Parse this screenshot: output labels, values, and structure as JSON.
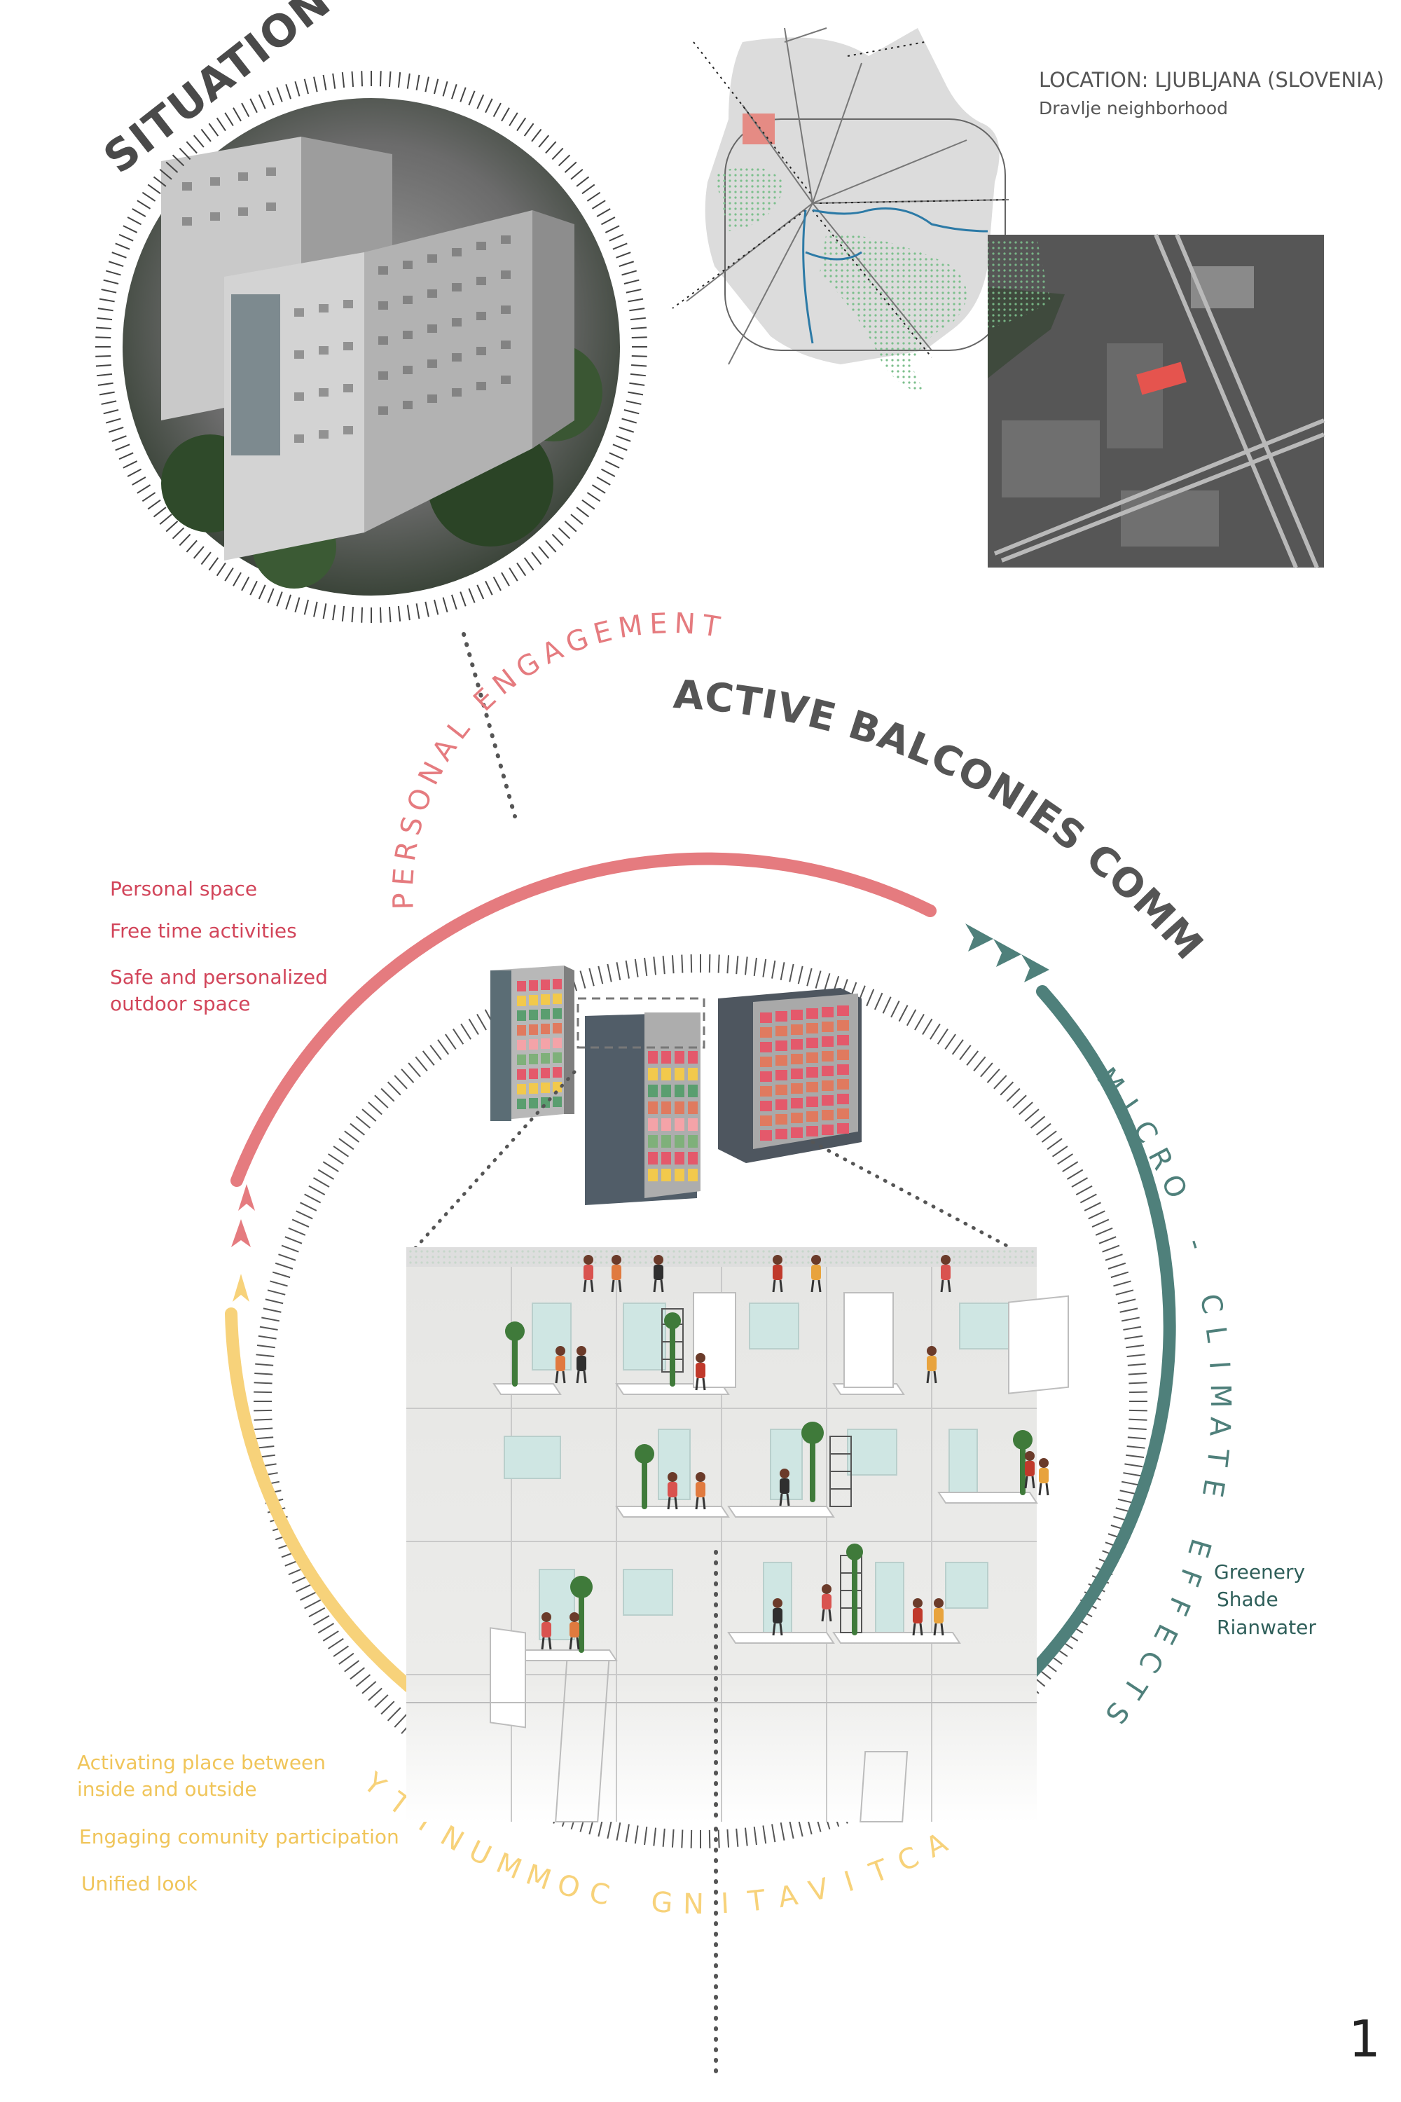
{
  "situation": {
    "title": "SITUATION"
  },
  "location": {
    "heading": "LOCATION: LJUBLJANA (SLOVENIA)",
    "subheading": "Dravlje neighborhood"
  },
  "main_title": "ACTIVE BALCONIES COMMUNITY",
  "rings": {
    "personal": {
      "label": "PERSONAL ENGAGEMENT",
      "color": "#e57b7f"
    },
    "micro": {
      "label": "MICRO - CLIMATE EFFECTS",
      "color": "#4f807b"
    },
    "activating": {
      "label": "ACTIVATING COMMUNITY",
      "color": "#f7d27a"
    }
  },
  "personal_list": {
    "color": "#d2455a",
    "items": [
      "Personal space",
      "Free time activities",
      "Safe and personalized",
      "outdoor space"
    ]
  },
  "micro_list": {
    "color": "#2f5f5a",
    "items": [
      "Greenery",
      "Shade",
      "Rianwater"
    ]
  },
  "activating_list": {
    "color": "#f0c55a",
    "items": [
      "Activating place between",
      "inside and outside",
      "Engaging comunity participation",
      "Unified look"
    ]
  },
  "colors": {
    "ticks": "#444444",
    "dots": "#555555",
    "map_gray": "#d9d9d9",
    "map_green": "#8cc79a",
    "map_red": "#e56b6b",
    "river": "#2c7aa6",
    "facade": "#e8e8e6",
    "window": "#cfe6e3"
  },
  "page_number": "1"
}
